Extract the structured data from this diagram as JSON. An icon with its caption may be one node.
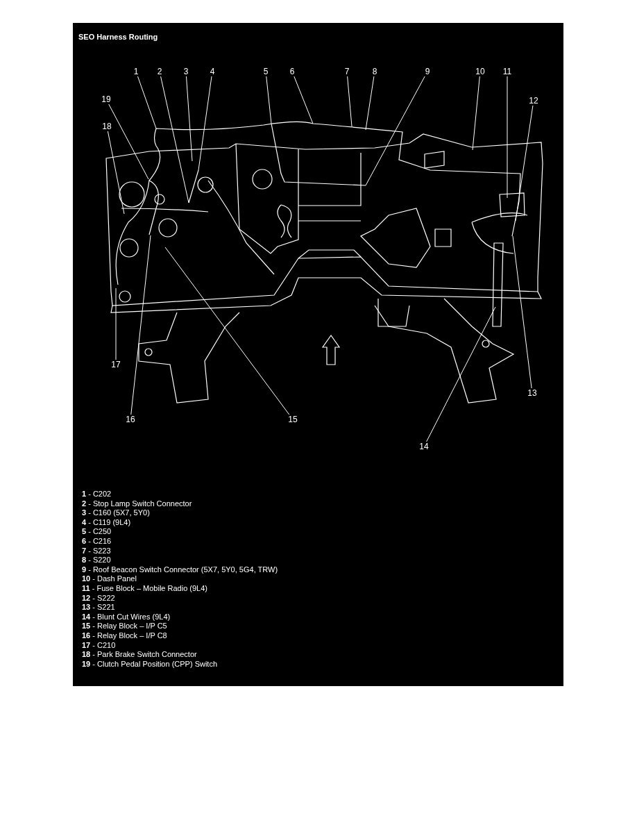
{
  "diagram": {
    "title": "SEO Harness Routing",
    "nodes": [
      {
        "text": [
          "1"
        ]
      },
      {
        "text": [
          "2"
        ]
      },
      {
        "text": [
          "3"
        ]
      },
      {
        "text": [
          "4"
        ]
      },
      {
        "text": [
          "5"
        ]
      },
      {
        "text": [
          "6"
        ]
      },
      {
        "text": [
          "7"
        ]
      },
      {
        "text": [
          "8"
        ]
      },
      {
        "text": [
          "9"
        ]
      },
      {
        "text": [
          "10"
        ]
      },
      {
        "text": [
          "11"
        ]
      },
      {
        "text": [
          "12"
        ]
      },
      {
        "text": [
          "13"
        ]
      },
      {
        "text": [
          "14"
        ]
      },
      {
        "text": [
          "15"
        ]
      },
      {
        "text": [
          "16"
        ]
      },
      {
        "text": [
          "17"
        ]
      },
      {
        "text": [
          "18"
        ]
      },
      {
        "text": [
          "19"
        ]
      }
    ],
    "edges": [
      {
        "from": 0,
        "to": null,
        "arrow": "none"
      },
      {
        "from": 1,
        "to": null,
        "arrow": "none"
      },
      {
        "from": 2,
        "to": null,
        "arrow": "none"
      },
      {
        "from": 3,
        "to": null,
        "arrow": "none"
      },
      {
        "from": 4,
        "to": null,
        "arrow": "none"
      },
      {
        "from": 5,
        "to": null,
        "arrow": "none"
      },
      {
        "from": 6,
        "to": null,
        "arrow": "none"
      },
      {
        "from": 7,
        "to": null,
        "arrow": "none"
      },
      {
        "from": 8,
        "to": null,
        "arrow": "none"
      },
      {
        "from": 9,
        "to": null,
        "arrow": "none"
      },
      {
        "from": 10,
        "to": null,
        "arrow": "none"
      },
      {
        "from": 11,
        "to": null,
        "arrow": "none"
      },
      {
        "from": 12,
        "to": null,
        "arrow": "none"
      },
      {
        "from": 13,
        "to": null,
        "arrow": "none"
      },
      {
        "from": 14,
        "to": null,
        "arrow": "none"
      },
      {
        "from": 15,
        "to": null,
        "arrow": "none"
      },
      {
        "from": 16,
        "to": null,
        "arrow": "none"
      },
      {
        "from": 17,
        "to": null,
        "arrow": "none"
      },
      {
        "from": 18,
        "to": null,
        "arrow": "none"
      }
    ],
    "labels": [
      "**1** - C202",
      "**2** - Stop Lamp Switch Connector",
      "**3** - C160 (5X7, 5Y0)",
      "**4** - C119 (9L4)",
      "**5** - C250",
      "**6** - C216",
      "**7** - S223",
      "**8** - S220",
      "**9** - Roof Beacon Switch Connector (5X7, 5Y0, 5G4, TRW)",
      "**10** - Dash Panel",
      "**11** - Fuse Block – Mobile Radio (9L4)",
      "**12** - S222",
      "**13** - S221",
      "**14** - Blunt Cut Wires (9L4)",
      "**15** - Relay Block – I/P C5",
      "**16** - Relay Block – I/P C8",
      "**17** - C210",
      "**18** - Park Brake Switch Connector",
      "**19** - Clutch Pedal Position (CPP) Switch"
    ]
  }
}
